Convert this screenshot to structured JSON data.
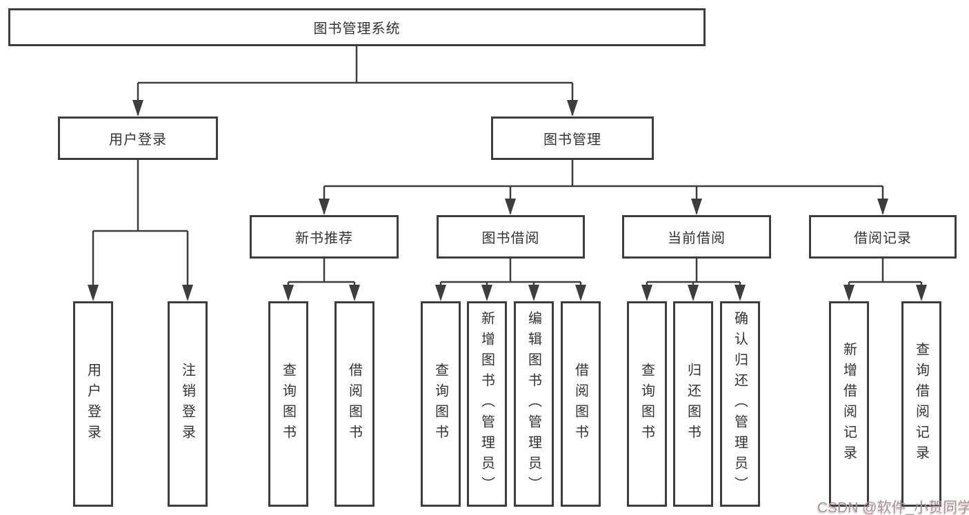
{
  "diagram": {
    "title": "图书管理系统",
    "root": "图书管理系统",
    "level2": {
      "login": "用户登录",
      "manage": "图书管理"
    },
    "level3": {
      "recommend": "新书推荐",
      "borrow": "图书借阅",
      "current": "当前借阅",
      "records": "借阅记录"
    },
    "leaves": {
      "login": [
        "用户登录",
        "注销登录"
      ],
      "recommend": [
        "查询图书",
        "借阅图书"
      ],
      "borrow": [
        "查询图书",
        "新增图书（管理员）",
        "编辑图书（管理员）",
        "借阅图书"
      ],
      "current": [
        "查询图书",
        "归还图书",
        "确认归还（管理员）"
      ],
      "records": [
        "新增借阅记录",
        "查询借阅记录"
      ]
    }
  },
  "watermark": "CSDN @软件_小贺同学",
  "colors": {
    "line": "#3d3d3d",
    "border": "#3d3d3d",
    "text": "#333333",
    "watermark": "#9b9b9b",
    "background": "#ffffff"
  }
}
